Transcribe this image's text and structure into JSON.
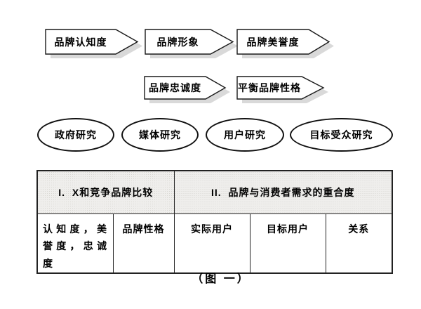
{
  "arrows_row1": [
    {
      "label": "品牌认知度"
    },
    {
      "label": "品牌形象"
    },
    {
      "label": "品牌美誉度"
    }
  ],
  "arrows_row2": [
    {
      "label": "品牌忠诚度"
    },
    {
      "label": "平衡品牌性格"
    }
  ],
  "ellipses": [
    {
      "label": "政府研究"
    },
    {
      "label": "媒体研究"
    },
    {
      "label": "用户研究"
    },
    {
      "label": "目标受众研究"
    }
  ],
  "table": {
    "headers": [
      {
        "label": "I.  X和竞争品牌比较"
      },
      {
        "label": "II.  品牌与消费者需求的重合度"
      }
    ],
    "cells": [
      {
        "label": "认知度，美誉度，忠诚度"
      },
      {
        "label": "品牌性格"
      },
      {
        "label": "实际用户"
      },
      {
        "label": "目标用户"
      },
      {
        "label": "关系"
      }
    ]
  },
  "caption": "（图 一）",
  "colors": {
    "border": "#1a1a1a",
    "shadow": "#d9d9d9",
    "header_bg": "#efeeec"
  }
}
